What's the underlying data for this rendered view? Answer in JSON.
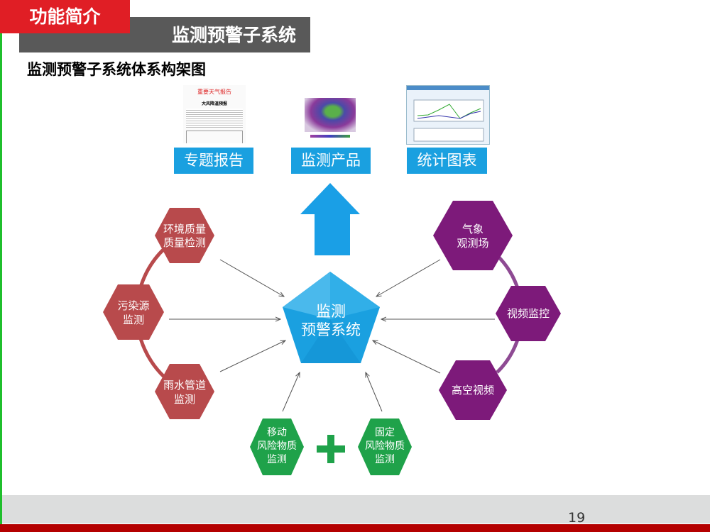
{
  "header": {
    "section_tab": "功能简介",
    "section_title": "监测预警子系统",
    "subtitle": "监测预警子系统体系构架图"
  },
  "outputs": [
    {
      "label": "专题报告",
      "thumb_title": "重要天气报告",
      "thumb_heading": "大风降温预报"
    },
    {
      "label": "监测产品"
    },
    {
      "label": "统计图表"
    }
  ],
  "center": {
    "line1": "监测",
    "line2": "预警系统"
  },
  "left_nodes": [
    {
      "line1": "环境质量",
      "line2": "质量检测"
    },
    {
      "line1": "污染源",
      "line2": "监测"
    },
    {
      "line1": "雨水管道",
      "line2": "监测"
    }
  ],
  "right_nodes": [
    {
      "line1": "气象",
      "line2": "观测场"
    },
    {
      "line1": "视频监控",
      "line2": ""
    },
    {
      "line1": "高空视频",
      "line2": ""
    }
  ],
  "bottom_nodes": [
    {
      "line1": "移动",
      "line2": "风险物质",
      "line3": "监测"
    },
    {
      "line1": "固定",
      "line2": "风险物质",
      "line3": "监测"
    }
  ],
  "colors": {
    "red": "#b84a4c",
    "purple": "#7d1a7a",
    "green": "#1fa24a",
    "blue": "#1aa0e0"
  },
  "page_number": "19"
}
